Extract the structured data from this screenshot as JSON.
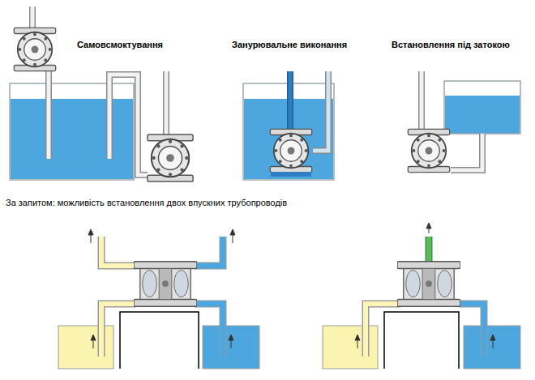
{
  "diagram": {
    "labels": [
      "Самовсмоктування",
      "Занурювальне виконання",
      "Встановлення під затокою",
      "За запитом: можливість встановлення двох впускних трубопроводів"
    ]
  }
}
